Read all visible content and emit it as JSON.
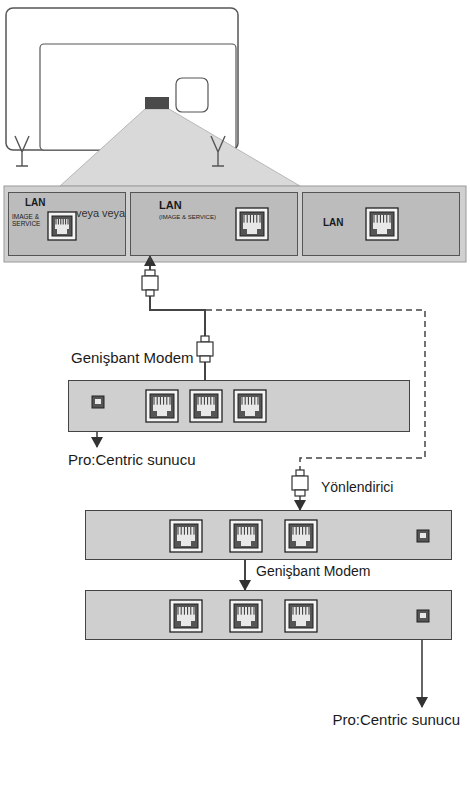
{
  "diagram": {
    "nodes": [
      {
        "text": [
          "LAN",
          "IMAGE & SERVICE"
        ]
      },
      {
        "text": [
          "LAN",
          "(IMAGE & SERVICE)"
        ]
      },
      {
        "text": [
          "LAN"
        ]
      },
      {
        "text": [
          "Genişbant Modem"
        ]
      },
      {
        "text": [
          "Yönlendirici"
        ]
      },
      {
        "text": [
          "Genişbant Modem"
        ]
      }
    ],
    "edges": [
      {
        "from": 3,
        "to": 1,
        "arrow": "to"
      },
      {
        "from": 1,
        "to": 4,
        "arrow": "to"
      },
      {
        "from": 4,
        "to": 5,
        "arrow": "to"
      }
    ],
    "labels": [
      "veya",
      "veya",
      "Pro:Centric sunucu",
      "Pro:Centric sunucu"
    ]
  }
}
